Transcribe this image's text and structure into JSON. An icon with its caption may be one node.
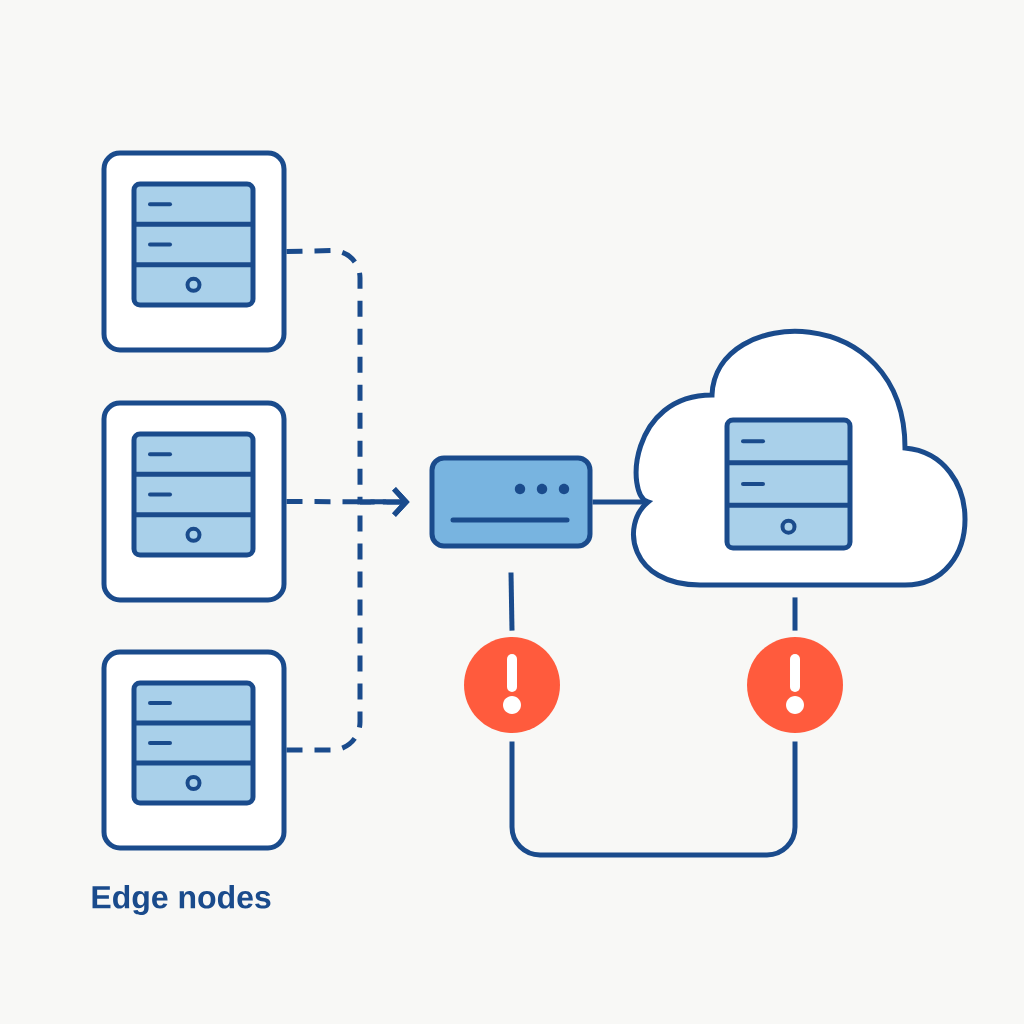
{
  "diagram": {
    "nodes": [
      {
        "text": [],
        "shape": "box"
      },
      {
        "text": [],
        "shape": "box"
      },
      {
        "text": [],
        "shape": "box"
      },
      {
        "text": [],
        "shape": "box"
      },
      {
        "text": [],
        "shape": "cloud"
      },
      {
        "text": [],
        "shape": "box",
        "in": 4
      },
      {
        "text": [],
        "shape": "circle"
      },
      {
        "text": [],
        "shape": "circle"
      }
    ],
    "edges": [
      {
        "from": 0,
        "to": 3,
        "arrow": "to",
        "style": "dashed"
      },
      {
        "from": 1,
        "to": 3,
        "arrow": "to",
        "style": "dashed"
      },
      {
        "from": 2,
        "to": 3,
        "arrow": "to",
        "style": "dashed"
      },
      {
        "from": 3,
        "to": 4,
        "arrow": "none"
      },
      {
        "from": 3,
        "to": 6,
        "arrow": "none"
      },
      {
        "from": 4,
        "to": 7,
        "arrow": "none"
      },
      {
        "from": 6,
        "to": 7,
        "arrow": "none"
      }
    ],
    "labels": [
      "Edge nodes"
    ]
  }
}
